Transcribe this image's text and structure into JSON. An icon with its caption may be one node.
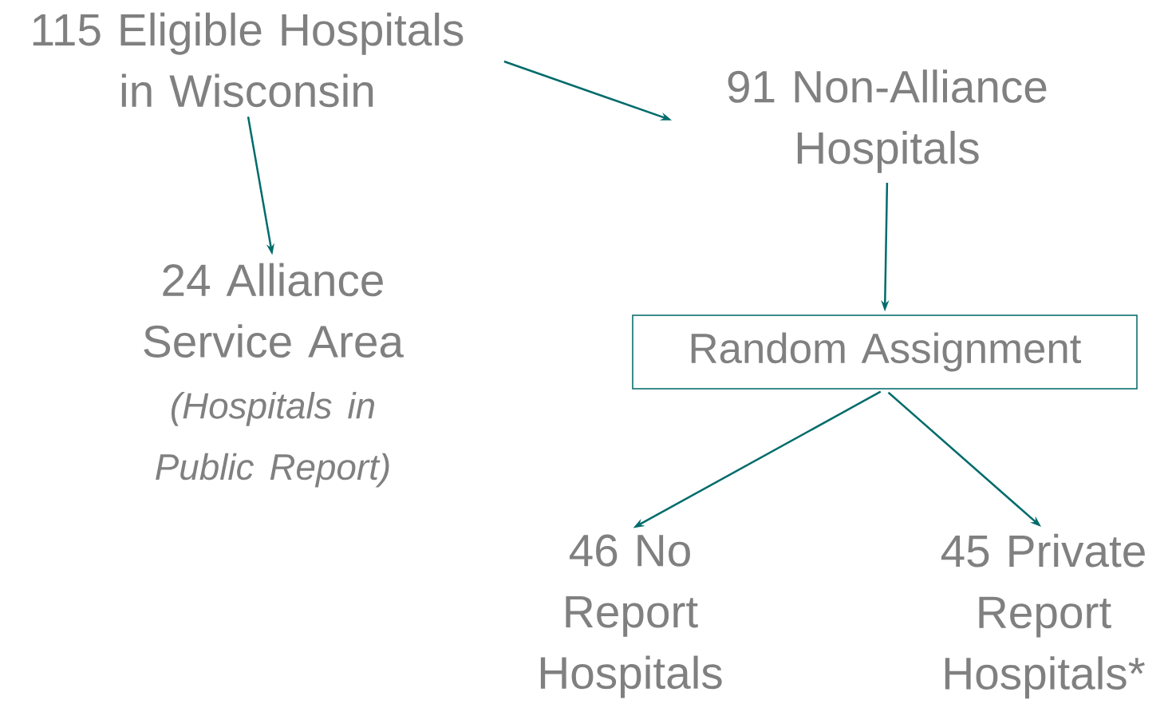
{
  "diagram": {
    "nodes": [
      {
        "text": [
          "115 Eligible Hospitals in Wisconsin"
        ]
      },
      {
        "text": [
          "24 Alliance Service Area",
          "(Hospitals in Public Report)"
        ]
      },
      {
        "text": [
          "91 Non-Alliance Hospitals"
        ]
      },
      {
        "text": [
          "Random Assignment"
        ]
      },
      {
        "text": [
          "46 No Report Hospitals"
        ]
      },
      {
        "text": [
          "45 Private Report Hospitals*"
        ]
      }
    ],
    "edges": [
      {
        "from": 0,
        "to": 2,
        "arrow": "to"
      },
      {
        "from": 0,
        "to": 1,
        "arrow": "to"
      },
      {
        "from": 2,
        "to": 3,
        "arrow": "to"
      },
      {
        "from": 3,
        "to": 4,
        "arrow": "to"
      },
      {
        "from": 3,
        "to": 5,
        "arrow": "to"
      }
    ]
  }
}
